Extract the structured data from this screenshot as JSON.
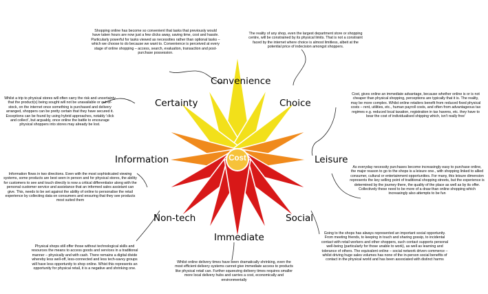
{
  "center": {
    "label": "Cost"
  },
  "colors": {
    "yellow": "#f2e01a",
    "orange": "#f08a1c",
    "red": "#d81818",
    "center": "#f6c23a"
  },
  "labels": {
    "convenience": "Convenience",
    "choice": "Choice",
    "certainty": "Certainty",
    "information": "Information",
    "leisure": "Leisure",
    "nontech": "Non-tech",
    "social": "Social",
    "immediate": "Immediate"
  },
  "notes": {
    "convenience": "Shopping online has become so convenient that tasks that previously would have taken hours are now just a few clicks away, saving time, cost and hassle.  Particularly powerful for tasks viewed as necessities rather than optional tasks – which we choose to do because we want to.  Convenience is perceived at every stage of online shopping – access, search, evaluation, transaction and post-purchase possession.",
    "choice": "The reality of any shop, even the largest department store or shopping centre, will be constrained by its physical limits.  That is not a constraint faced by the internet where choice is almost limitless, albeit at the potential price of indecision amongst shoppers.",
    "certainty": "Whilst a trip to physical stores will often carry the risk and uncertainty that the product(s) being sought will not be unavailable or out-of-stock, on the internet once something is purchased and delivery arranged, shoppers can be pretty certain that they have secured it.  Exceptions can be found by using hybrid approaches, notably 'click and collect', but arguably, once online the battle to encourage physical shoppers into stores may already be lost.",
    "cost": "Cost, gives online an immediate advantage, because whether online is or is not cheaper than physical shopping, perceptions are typically that it is.  The reality, may be more complex.  Whilst online retailers benefit from reduced fixed physical costs – rent, utilities, etc., human payroll costs, and often from advantageous tax regimes e.g. reduced local taxation, registration in tax havens, etc. they have to bear the cost of individualised shipping which, isn't really free'",
    "information": "Information flows in two directions.  Even with the most sophisticated viewing systems, some products are best seen in person and for physical stores, the ability for customers to see and touch directly is now a critical differentiator along with the personal customer service and assistance that an informed sales assistant can give.  This, needs to be set against the ability of online to personalise the retail experience by collecting data on consumers and ensuring that they see products most suited them",
    "leisure": "As everyday necessity purchases become increasingly easy to purchase online, the major reason to go to the shops is a leisure one., with shopping linked to allied consumer, cultural or entertainment opportunities.  For many, this leisure dimension represents the key selling point of traditional shopping streets, but the experience is determined by the journey there, the quality of the place as well as by its offer.  Collectively these need to be more of a draw than online shopping which increasingly also attempts to be fun",
    "nontech": "Physical shops still offer those without technological skills and resources the means to access goods and services in a traditional manner – physically and with cash.  There remains a digital divide whereby less well-off, less-connected and less tech-savvy groups will have less opportunity to shop online.  Whist this represents an opportunity for physical retail, it is a negative and shrinking one.",
    "immediate": "Whilst online delivery times have been dramatically shrinking, even the most efficient delivery systems cannot give immediate access to products like physical retail can.  Further squeezing delivery times requires smaller more local delivery hubs and carries a cost, economically and environmentally",
    "social": "Going to the shops has always represented an important social opportunity.  From meeting friends, to keeping in touch and sharing gossip, to incidental contact with retail workers and other shoppers, such contact supports personal well-being (particularly for those unable to work), as well as learning and tolerance of others.  The equivalent online – social network driven commerce – whilst driving huge sales volumes has none of the in-person social benefits of contact in the physical world and has been associated with distinct harms"
  }
}
